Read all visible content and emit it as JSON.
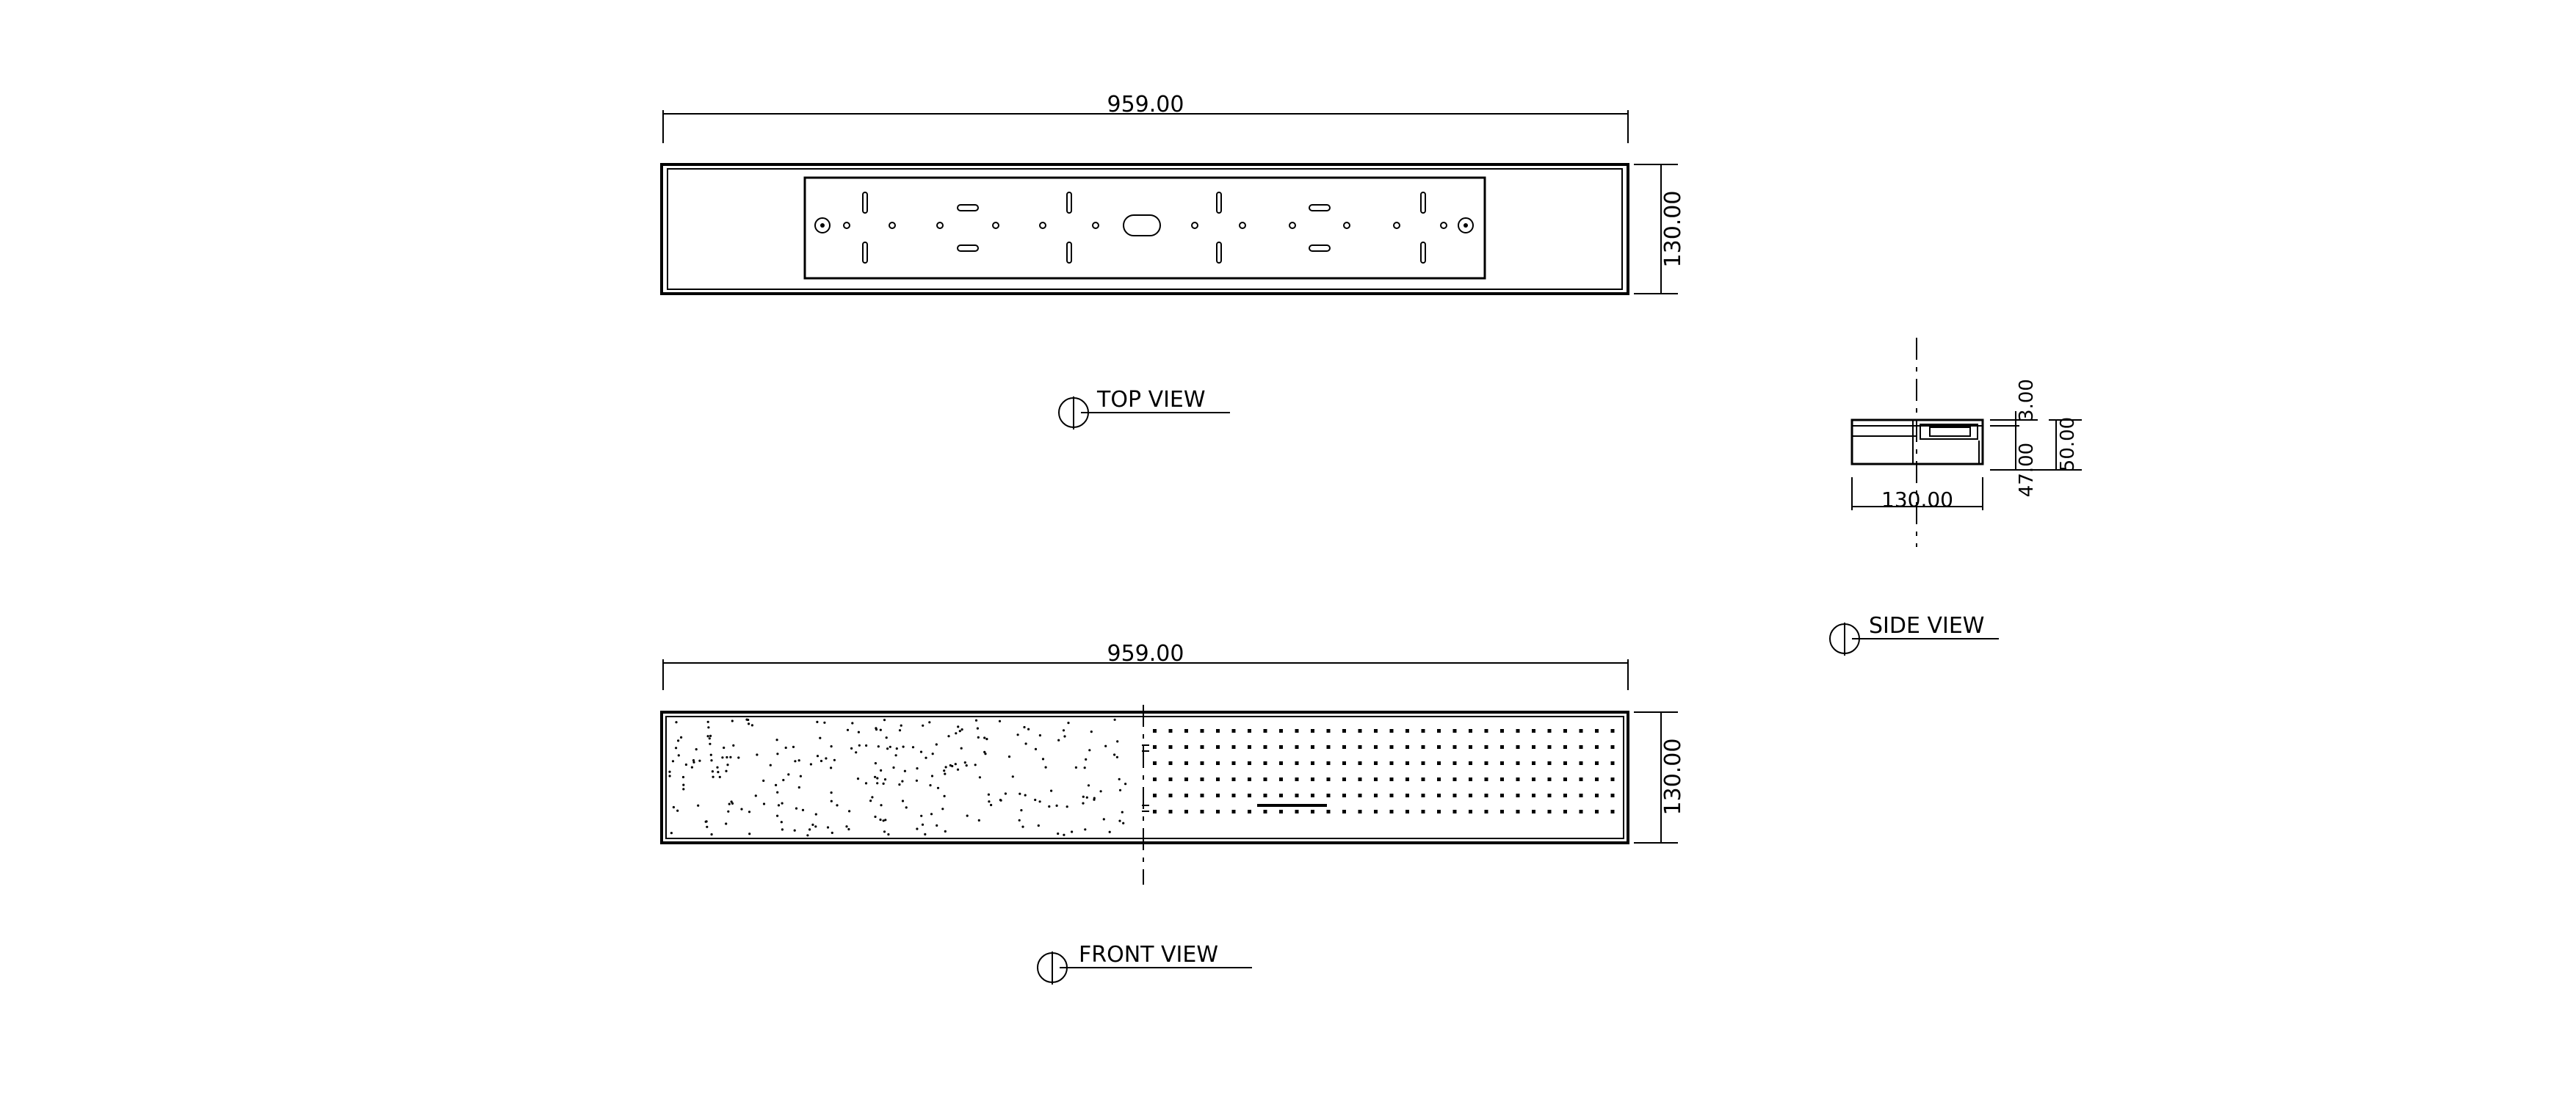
{
  "top_view": {
    "width_dim": "959.00",
    "height_dim": "130.00",
    "label": "TOP VIEW"
  },
  "side_view": {
    "dim_top": "3.00",
    "dim_mid": "47.00",
    "dim_total": "50.00",
    "dim_width": "130.00",
    "label": "SIDE VIEW"
  },
  "front_view": {
    "width_dim": "959.00",
    "height_dim": "130.00",
    "label": "FRONT VIEW"
  }
}
